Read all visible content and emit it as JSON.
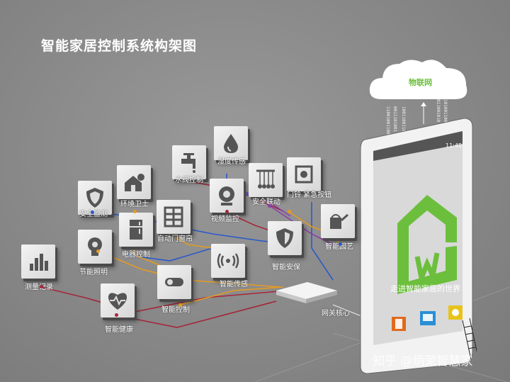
{
  "title": "智能家居控制系统构架图",
  "cloud_label": "物联网",
  "gateway_label": "网关核心",
  "phone": {
    "time": "11:45",
    "slogan": "走进智能家居的世界"
  },
  "watermark": "知乎 @炳荣智慧家",
  "tiles": {
    "security_monitor": "安全监测",
    "env_guard": "环境卫士",
    "water_control": "水阀控制",
    "humidity_sensor": "湿度传感",
    "video_monitor": "视频监控",
    "security_linkage": "安全联动",
    "door_emergency": "门铃 紧急按钮",
    "energy_lighting": "节能照明",
    "appliance_control": "电器控制",
    "auto_curtain": "自动门窗帘",
    "smart_gardening": "智能园艺",
    "smart_security": "智能安保",
    "data_record": "测量记录",
    "smart_sensing": "智能传感",
    "smart_control": "智能控制",
    "smart_health": "智能健康"
  },
  "colors": {
    "background": "#8c8c8c",
    "brand_green": "#6cbf3c",
    "wire_red": "#a4273a",
    "wire_blue": "#2a59c9",
    "wire_orange": "#e49b22",
    "wire_purple": "#8a3fa8"
  }
}
